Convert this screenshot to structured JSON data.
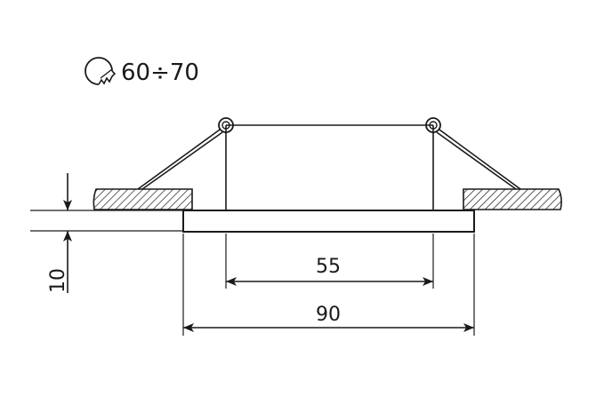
{
  "drawing": {
    "cutout_label": "60÷70",
    "cutout_icon": "hole-saw-icon",
    "height_label": "10",
    "inner_width_label": "55",
    "outer_width_label": "90",
    "line_color": "#1a1a1a"
  }
}
